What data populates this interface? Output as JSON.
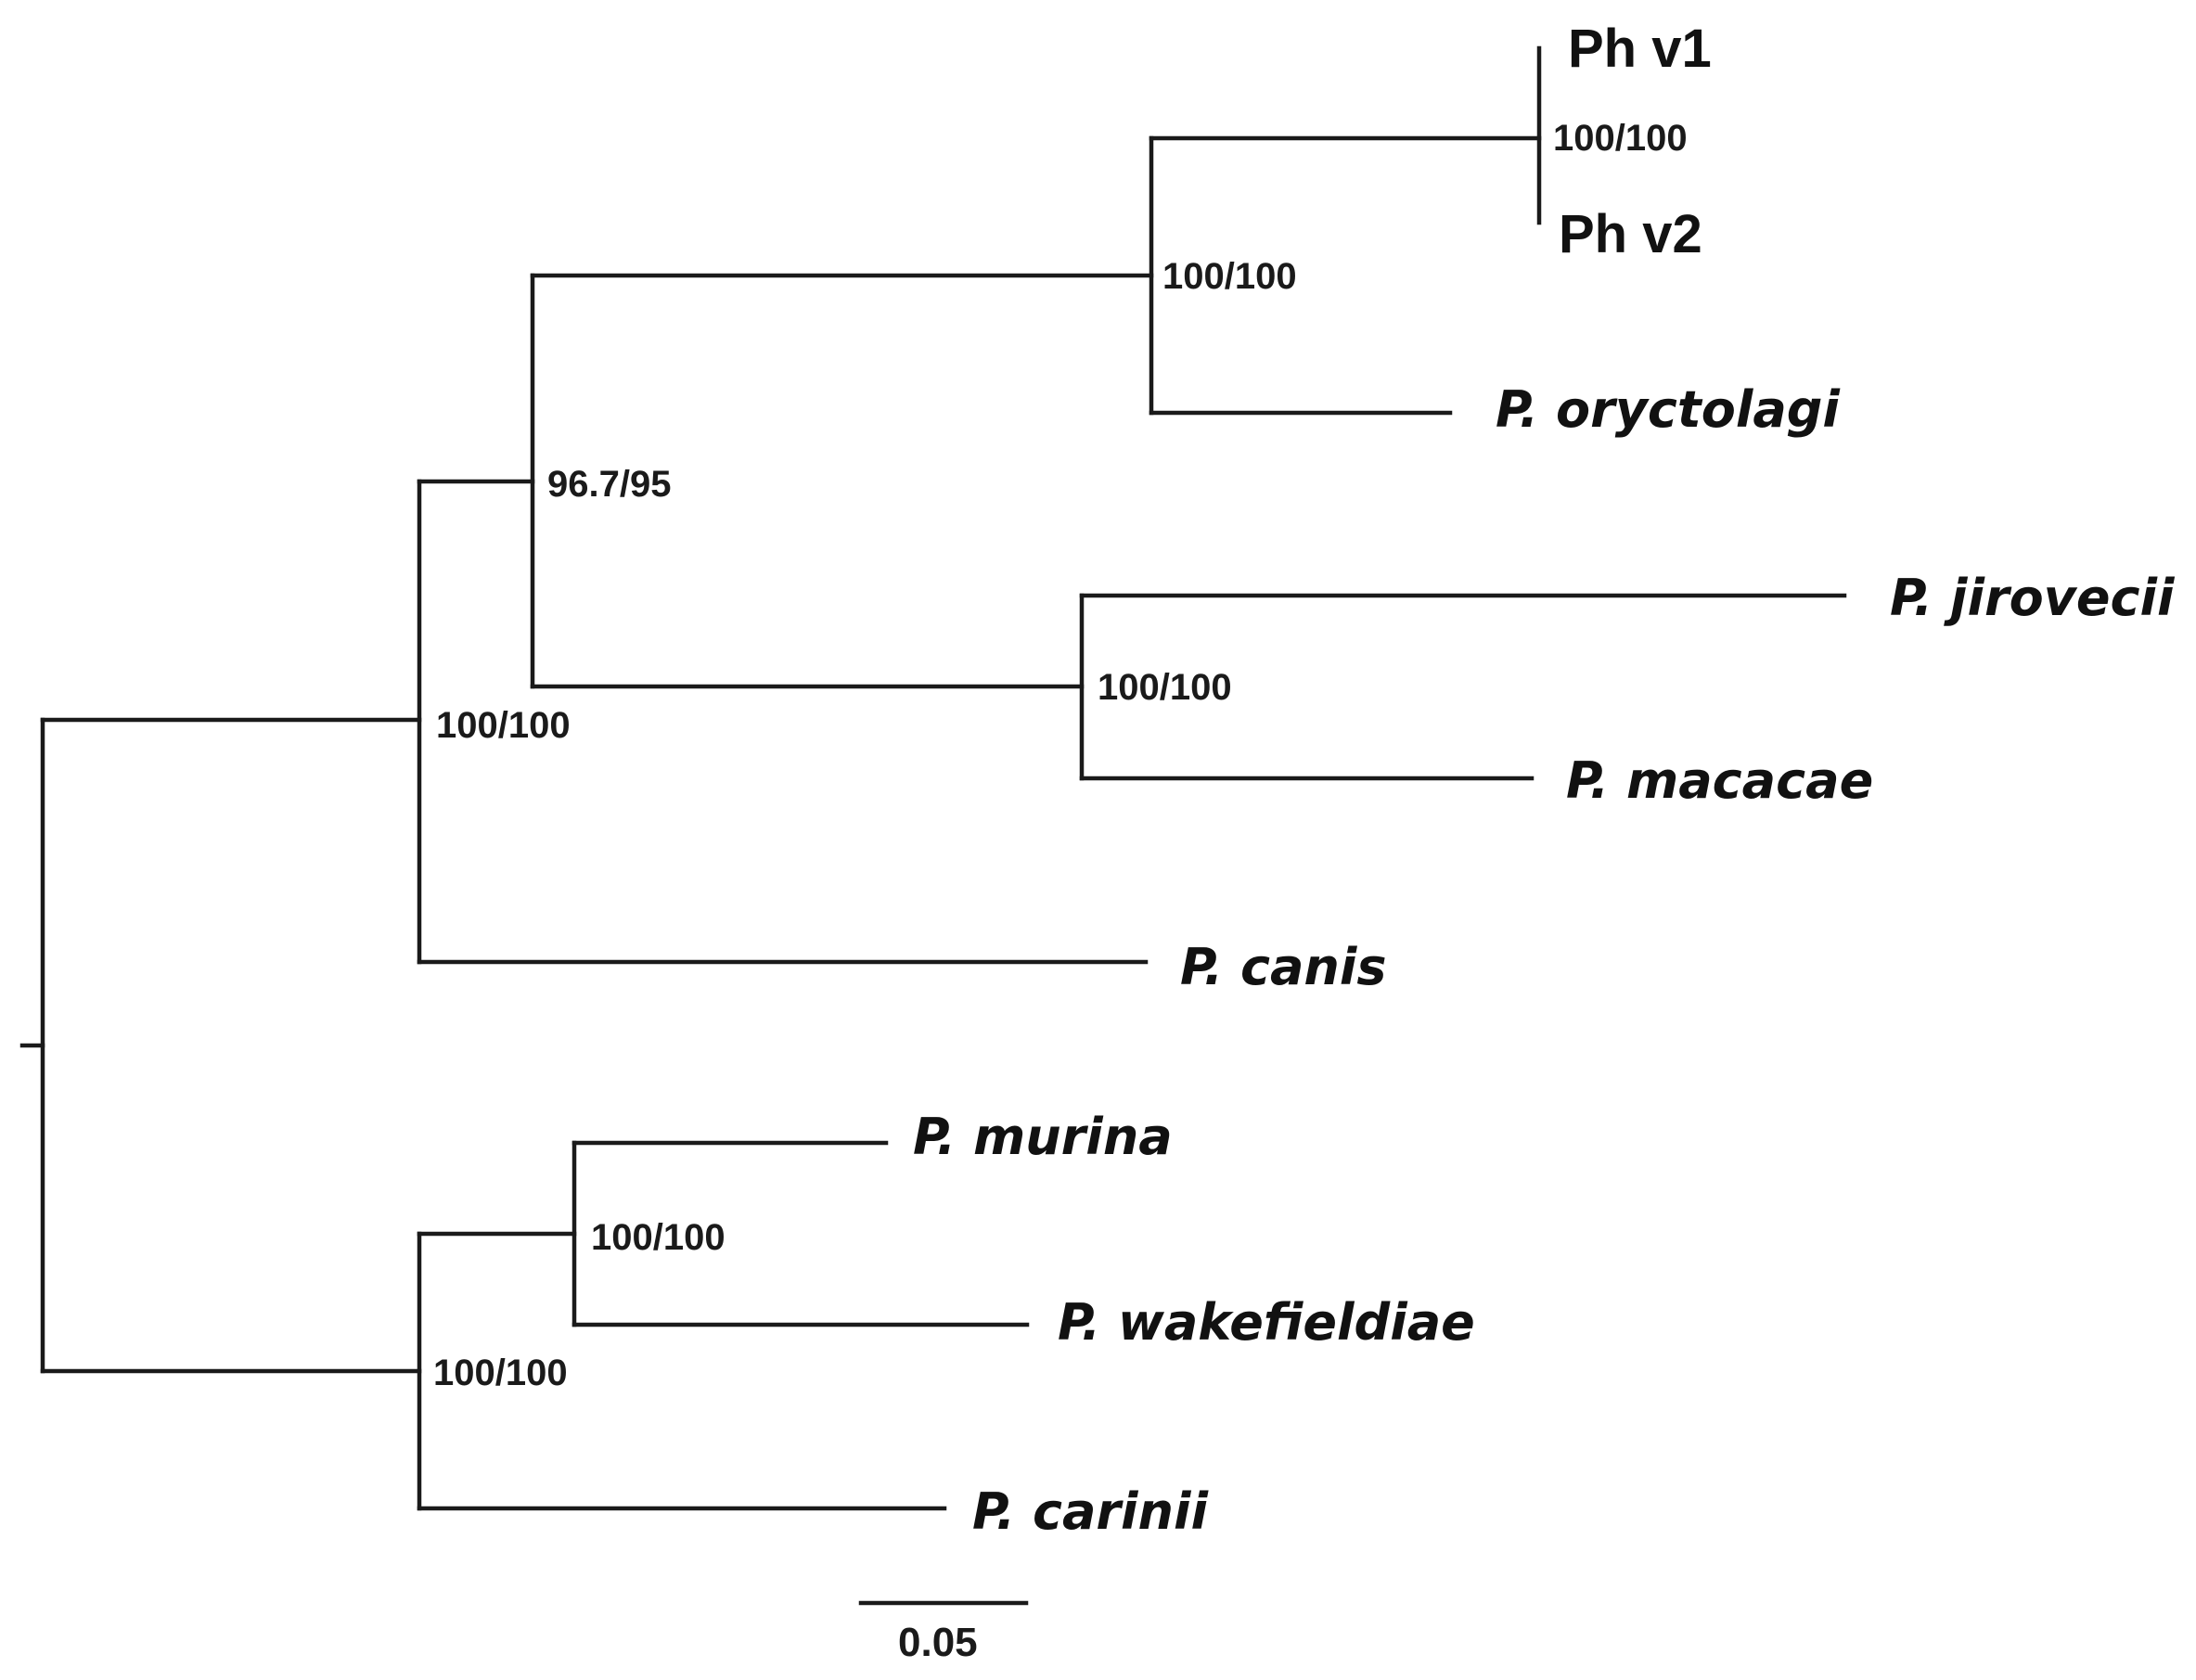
{
  "taxa": {
    "ph_v1": "Ph v1",
    "ph_v2": "Ph v2",
    "p_oryctolagi": "P. oryctolagi",
    "p_jirovecii": "P. jirovecii",
    "p_macacae": "P. macacae",
    "p_canis": "P. canis",
    "p_murina": "P. murina",
    "p_wakefieldiae": "P. wakefieldiae",
    "p_carinii": "P. carinii"
  },
  "support_values": {
    "ph_clade": "100/100",
    "ph_oryctolagi_clade": "100/100",
    "oryctolagi_primate_clade": "96.7/95",
    "primate_clade": "100/100",
    "canis_group_clade": "100/100",
    "murina_wakefieldiae_clade": "100/100",
    "rodent_clade": "100/100"
  },
  "scale_bar": {
    "label": "0.05",
    "value": 0.05
  }
}
